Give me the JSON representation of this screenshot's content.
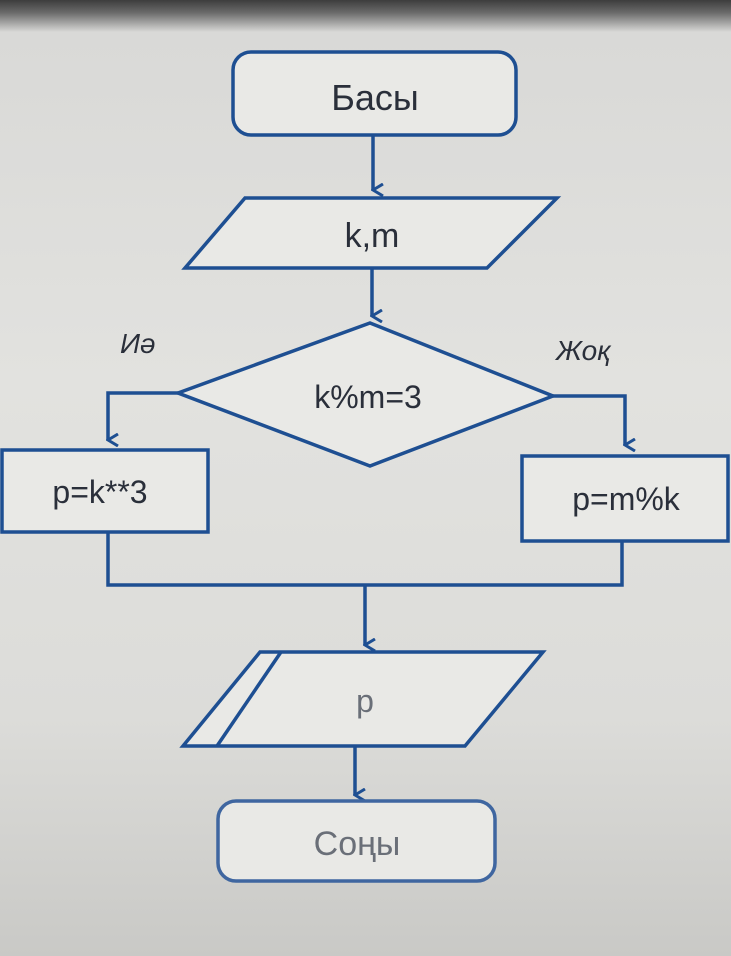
{
  "flowchart": {
    "start_label": "Басы",
    "input_label": "k,m",
    "condition_label": "k%m=3",
    "yes_label": "Иә",
    "no_label": "Жоқ",
    "yes_process_label": "p=k**3",
    "no_process_label": "p=m%k",
    "output_label": "p",
    "end_label": "Соңы"
  },
  "colors": {
    "stroke": "#1e4f92",
    "fill": "#e9e9e6"
  }
}
